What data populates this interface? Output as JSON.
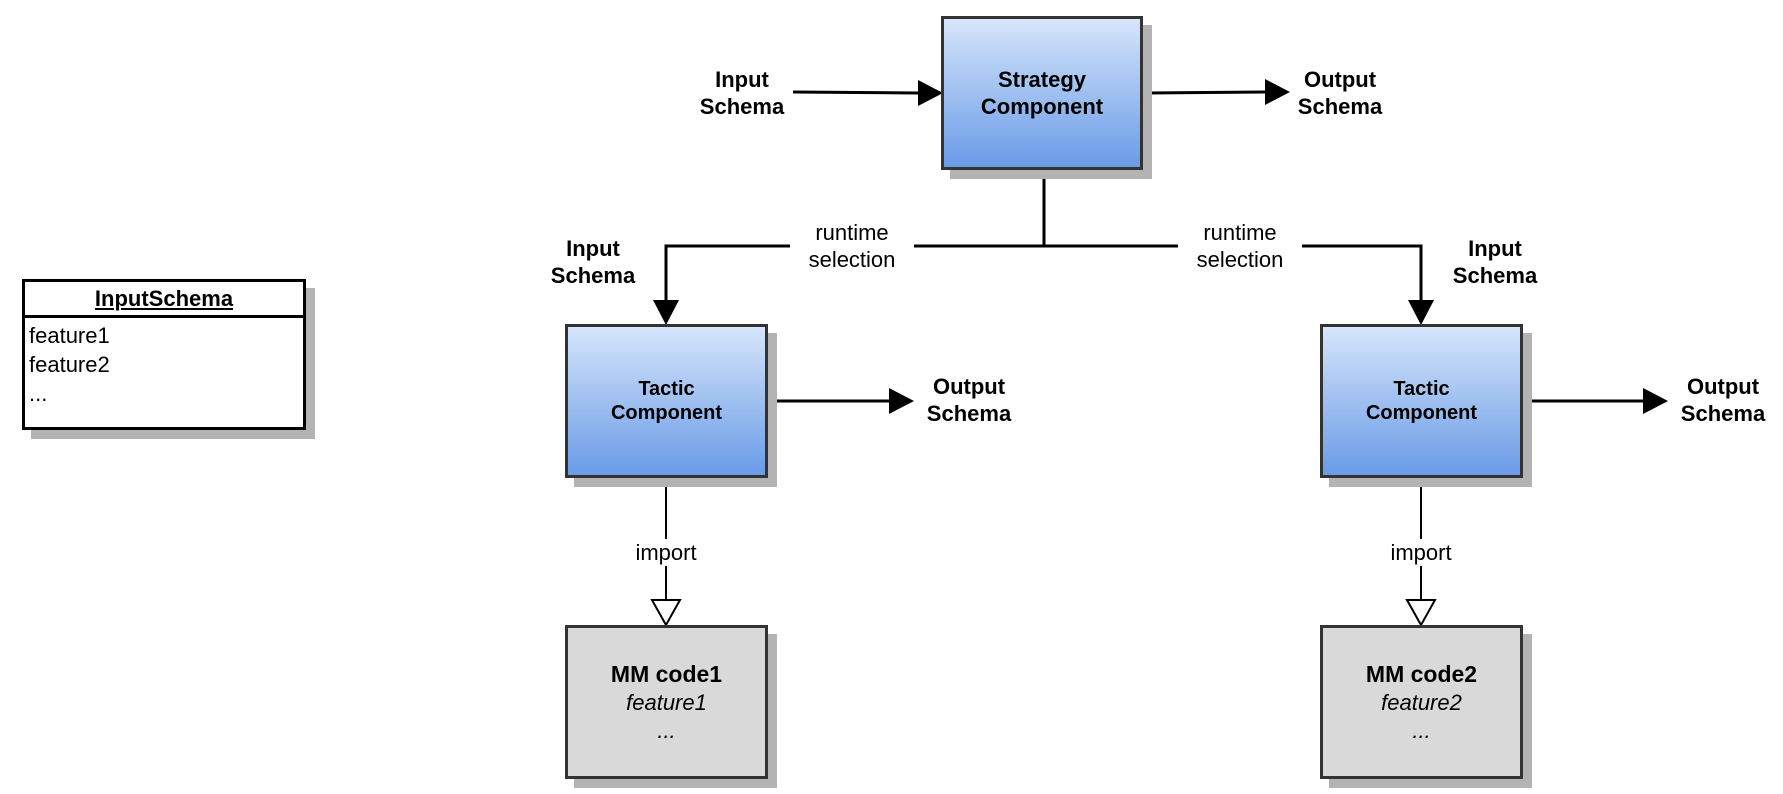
{
  "input_schema_class": {
    "title": "InputSchema",
    "attributes": [
      "feature1",
      "feature2",
      "..."
    ]
  },
  "strategy": {
    "line1": "Strategy",
    "line2": "Component",
    "input": [
      "Input",
      "Schema"
    ],
    "output": [
      "Output",
      "Schema"
    ]
  },
  "selection_labels": {
    "left": [
      "runtime",
      "selection"
    ],
    "right": [
      "runtime",
      "selection"
    ]
  },
  "tactic_left": {
    "line1": "Tactic",
    "line2": "Component",
    "input": [
      "Input",
      "Schema"
    ],
    "output": [
      "Output",
      "Schema"
    ],
    "import_label": "import"
  },
  "tactic_right": {
    "line1": "Tactic",
    "line2": "Component",
    "input": [
      "Input",
      "Schema"
    ],
    "output": [
      "Output",
      "Schema"
    ],
    "import_label": "import"
  },
  "code_left": {
    "title": "MM code1",
    "feature": "feature1",
    "more": "..."
  },
  "code_right": {
    "title": "MM code2",
    "feature": "feature2",
    "more": "..."
  },
  "colors": {
    "component_top": "#d6e5fb",
    "component_bottom": "#6a9be8",
    "code_fill": "#d9d9d9",
    "border": "#333333",
    "shadow": "#b3b3b3"
  }
}
